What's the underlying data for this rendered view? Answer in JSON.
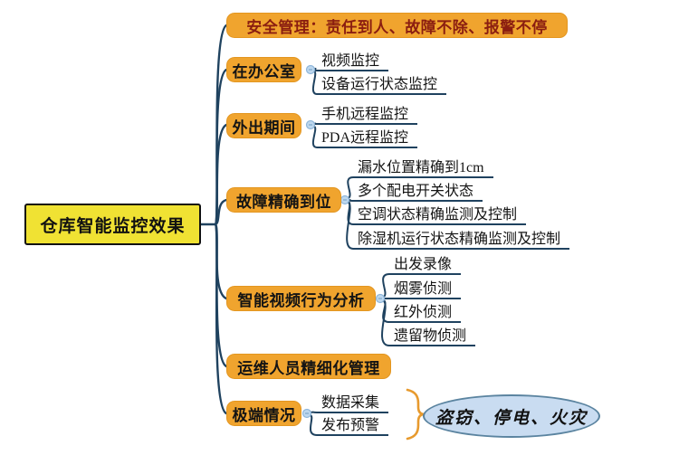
{
  "title": "仓库智能监控效果脑图",
  "colors": {
    "branch_fill": "#F0A42E",
    "root_fill": "#F0E233",
    "line_navy": "#1F425F",
    "alert_text_red": "#8B1E10",
    "callout_fill": "#C9DCF1",
    "callout_stroke": "#5B84A0",
    "brace_orange": "#E79A2E",
    "toggle_fill": "#BDD7EE",
    "toggle_stroke": "#8FB6DA"
  },
  "root": {
    "label": "仓库智能监控效果"
  },
  "branches": [
    {
      "label": "安全管理：责任到人、故障不除、报警不停",
      "children": []
    },
    {
      "label": "在办公室",
      "children": [
        "视频监控",
        "设备运行状态监控"
      ]
    },
    {
      "label": "外出期间",
      "children": [
        "手机远程监控",
        "PDA远程监控"
      ]
    },
    {
      "label": "故障精确到位",
      "children": [
        "漏水位置精确到1cm",
        "多个配电开关状态",
        "空调状态精确监测及控制",
        "除湿机运行状态精确监测及控制"
      ]
    },
    {
      "label": "智能视频行为分析",
      "children": [
        "出发录像",
        "烟雾侦测",
        "红外侦测",
        "遗留物侦测"
      ]
    },
    {
      "label": "运维人员精细化管理",
      "children": []
    },
    {
      "label": "极端情况",
      "children": [
        "数据采集",
        "发布预警"
      ]
    }
  ],
  "callout": {
    "label": "盗窃、停电、火灾"
  }
}
